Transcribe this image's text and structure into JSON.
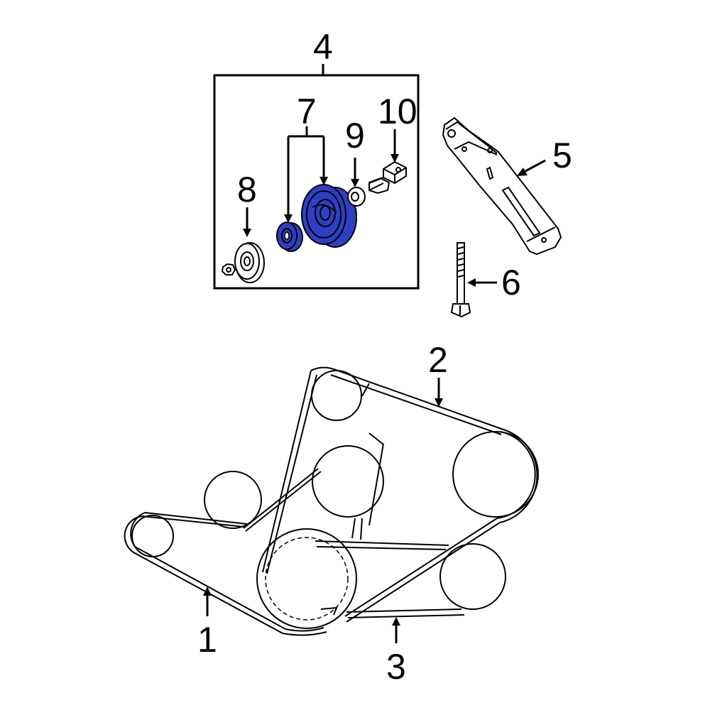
{
  "callouts": {
    "c1": "1",
    "c2": "2",
    "c3": "3",
    "c4": "4",
    "c5": "5",
    "c6": "6",
    "c7": "7",
    "c8": "8",
    "c9": "9",
    "c10": "10"
  },
  "colors": {
    "highlight": "#2f3fc4",
    "line": "#000000",
    "background": "#ffffff"
  }
}
